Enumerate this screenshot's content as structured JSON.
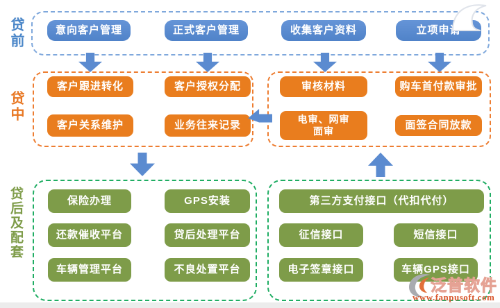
{
  "sections": {
    "pre": {
      "label": "贷前",
      "boxes": [
        "意向客户管理",
        "正式客户管理",
        "收集客户资料",
        "立项申请"
      ]
    },
    "mid": {
      "label": "贷中",
      "left_boxes": [
        "客户跟进转化",
        "客户授权分配",
        "客户关系维护",
        "业务往来记录"
      ],
      "right_boxes": [
        "审核材料",
        "购车首付款审批",
        "电审、网审\n面审",
        "面签合同放款"
      ]
    },
    "post": {
      "label": "贷后及配套",
      "left_boxes": [
        "保险办理",
        "GPS安装",
        "还款催收平台",
        "贷后处理平台",
        "车辆管理平台",
        "不良处置平台"
      ],
      "right_wide_box": "第三方支付接口（代扣代付）",
      "right_boxes": [
        "征信接口",
        "短信接口",
        "电子签章接口",
        "车辆GPS接口"
      ]
    }
  },
  "watermark": {
    "brand": "泛普软件",
    "url": "www.fanpusoft.com"
  },
  "colors": {
    "node_blue": "#5b8bd0",
    "node_orange": "#e97d1e",
    "node_green": "#7e9c49",
    "dash_blue": "#7fa8dc",
    "dash_orange": "#ed7d31",
    "dash_green": "#1fad63",
    "label_blue": "#4a86c8",
    "label_orange": "#e87722",
    "label_green": "#7e9c49",
    "arrow_blue": "#5b8bd0",
    "watermark_url_orange": "#d9572e"
  }
}
